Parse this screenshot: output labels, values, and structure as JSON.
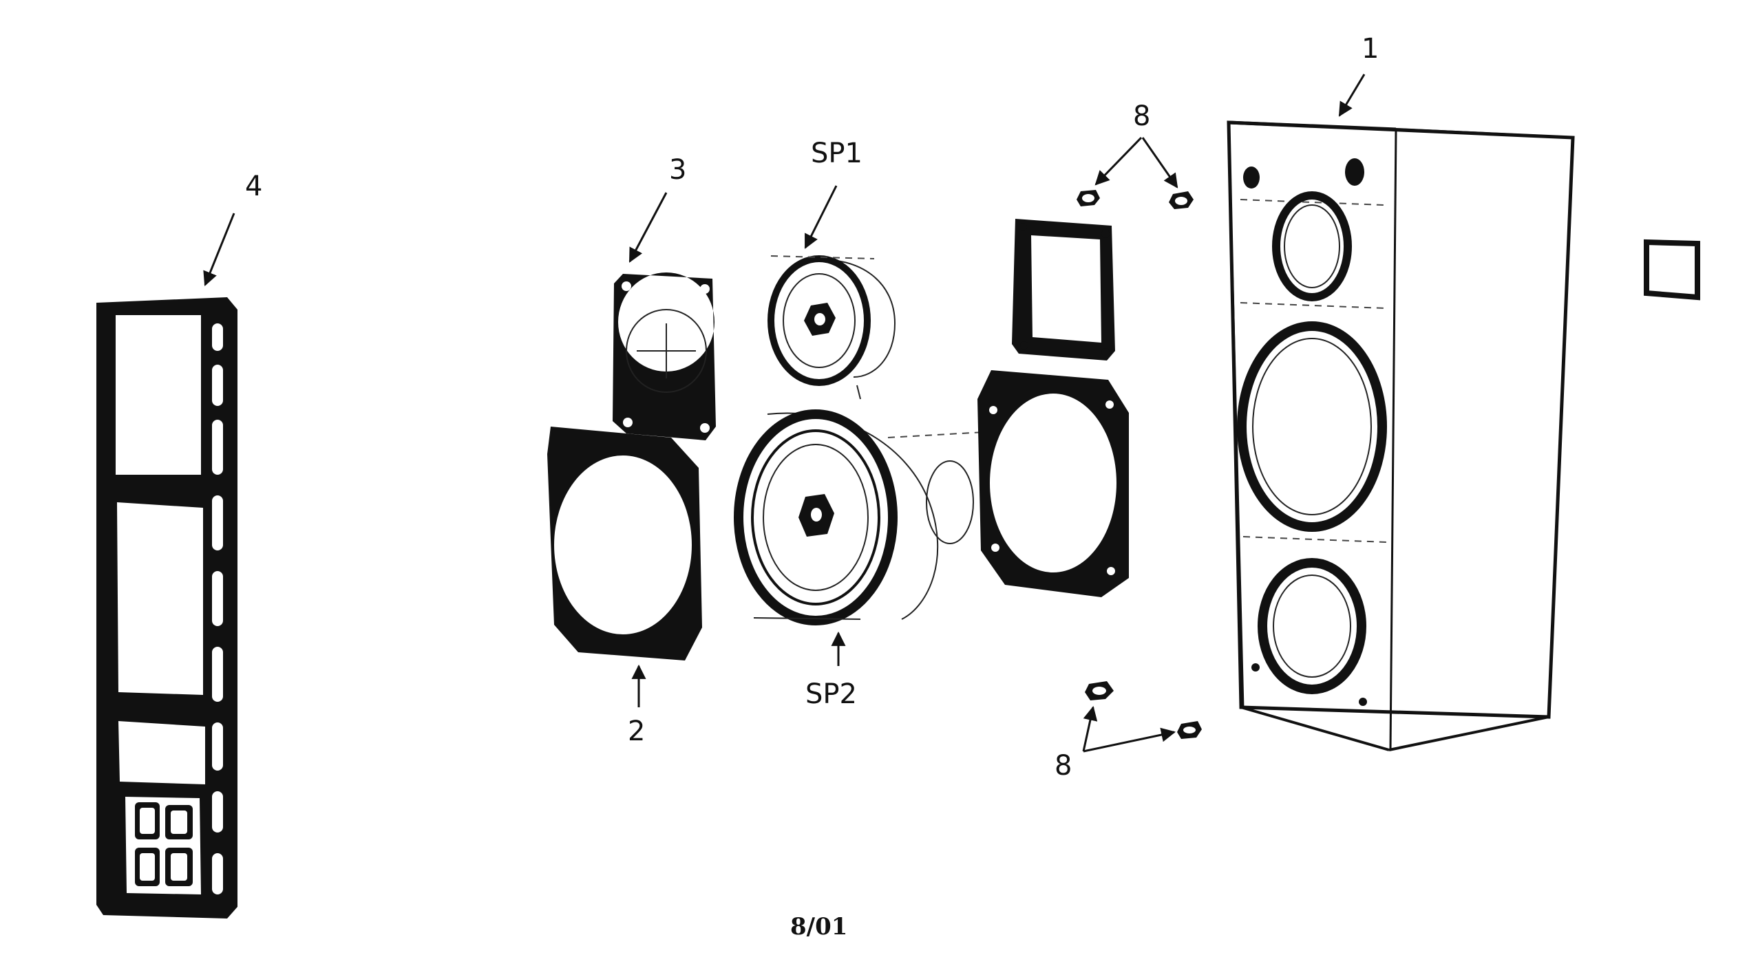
{
  "callouts": {
    "c1": "1",
    "c2": "2",
    "c3": "3",
    "c4": "4",
    "sp1": "SP1",
    "sp2": "SP2",
    "c8_top": "8",
    "c8_bottom": "8"
  },
  "footer": {
    "code": "8/01"
  },
  "colors": {
    "ink": "#111111",
    "paper": "#ffffff"
  }
}
